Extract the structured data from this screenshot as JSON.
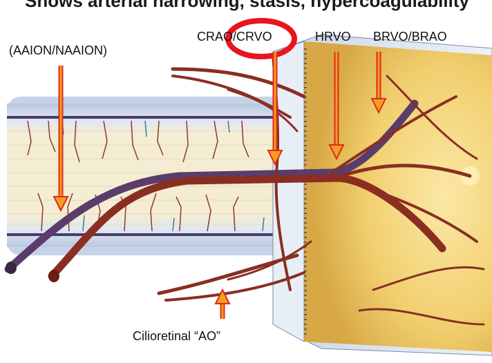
{
  "header": {
    "text": "Shows arterial narrowing, stasis, hypercoagulability"
  },
  "labels": {
    "aaion": "(AAION/NAAION)",
    "craocrvo": "CRAO/CRVO",
    "hrvo": "HRVO",
    "brvo": "BRVO/BRAO",
    "cilioretinal": "Cilioretinal “AO”"
  },
  "colors": {
    "arrow_fill": "#f2a020",
    "arrow_outline": "#e02a1a",
    "highlight_ring": "#e8141e",
    "artery": "#8a2e22",
    "vein": "#5a3d6b",
    "retina": "#f3d37a",
    "nerve_band": "#cfd9ea",
    "nerve_core": "#f4ecd2"
  },
  "icons": {
    "arrows": "down-arrow-icon",
    "up_arrow": "up-arrow-icon",
    "ring": "highlight-ring"
  }
}
